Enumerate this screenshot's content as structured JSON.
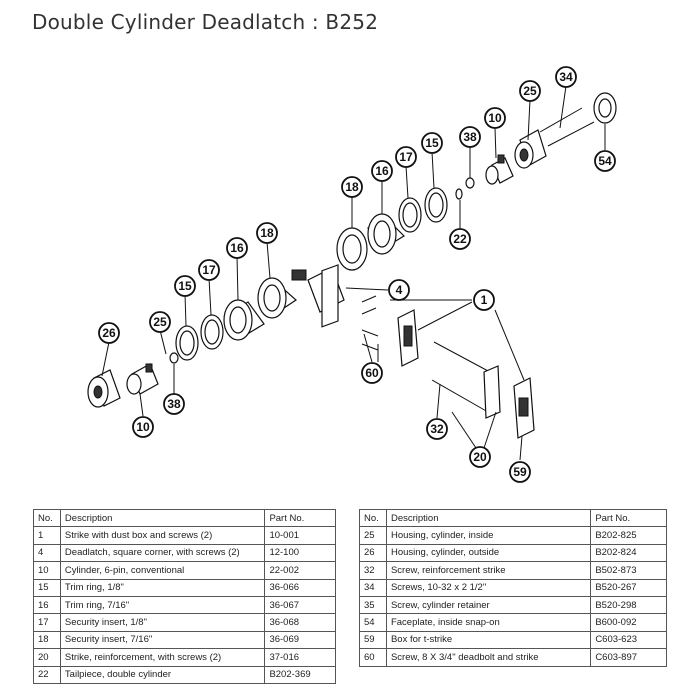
{
  "title": "Double Cylinder Deadlatch : B252",
  "callouts": [
    "34",
    "25",
    "10",
    "38",
    "54",
    "15",
    "17",
    "16",
    "18",
    "22",
    "18",
    "16",
    "17",
    "15",
    "4",
    "1",
    "26",
    "25",
    "38",
    "10",
    "60",
    "32",
    "20",
    "59"
  ],
  "table_headers": {
    "no": "No.",
    "description": "Description",
    "part_no": "Part No."
  },
  "parts_left": [
    {
      "no": "1",
      "description": "Strike with dust box and screws (2)",
      "part_no": "10-001"
    },
    {
      "no": "4",
      "description": "Deadlatch, square corner, with screws (2)",
      "part_no": "12-100"
    },
    {
      "no": "10",
      "description": "Cylinder, 6-pin, conventional",
      "part_no": "22-002"
    },
    {
      "no": "15",
      "description": "Trim ring, 1/8\"",
      "part_no": "36-066"
    },
    {
      "no": "16",
      "description": "Trim ring, 7/16\"",
      "part_no": "36-067"
    },
    {
      "no": "17",
      "description": "Security insert, 1/8\"",
      "part_no": "36-068"
    },
    {
      "no": "18",
      "description": "Security insert, 7/16\"",
      "part_no": "36-069"
    },
    {
      "no": "20",
      "description": "Strike, reinforcement, with screws (2)",
      "part_no": "37-016"
    },
    {
      "no": "22",
      "description": "Tailpiece, double cylinder",
      "part_no": "B202-369"
    }
  ],
  "parts_right": [
    {
      "no": "25",
      "description": "Housing, cylinder, inside",
      "part_no": "B202-825"
    },
    {
      "no": "26",
      "description": "Housing, cylinder, outside",
      "part_no": "B202-824"
    },
    {
      "no": "32",
      "description": "Screw, reinforcement strike",
      "part_no": "B502-873"
    },
    {
      "no": "34",
      "description": "Screws, 10-32 x 2 1/2\"",
      "part_no": "B520-267"
    },
    {
      "no": "35",
      "description": "Screw, cylinder retainer",
      "part_no": "B520-298"
    },
    {
      "no": "54",
      "description": "Faceplate, inside snap-on",
      "part_no": "B600-092"
    },
    {
      "no": "59",
      "description": "Box for t-strike",
      "part_no": "C603-623"
    },
    {
      "no": "60",
      "description": "Screw, 8 X 3/4\" deadbolt and strike",
      "part_no": "C603-897"
    }
  ]
}
